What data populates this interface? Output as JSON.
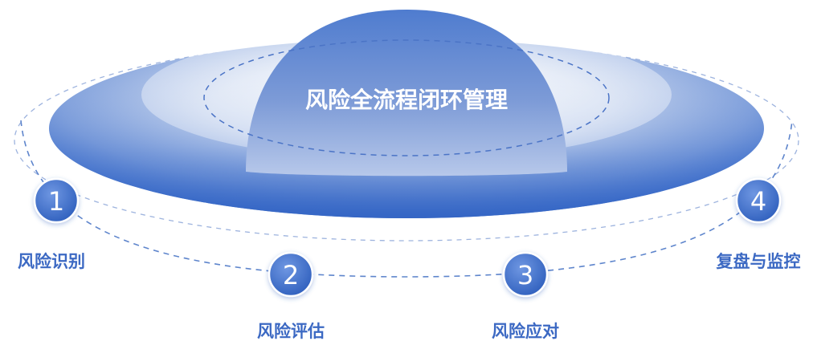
{
  "title": "风险全流程闭环管理",
  "steps": [
    {
      "number": "1",
      "label": "风险识别"
    },
    {
      "number": "2",
      "label": "风险评估"
    },
    {
      "number": "3",
      "label": "风险应对"
    },
    {
      "number": "4",
      "label": "复盘与监控"
    }
  ],
  "colors": {
    "primary": "#3f6fcb",
    "disc_center": "#c9d6ee",
    "dome_top": "#5a86d2",
    "label_text": "#3c69c3",
    "dashed_line": "#6b8fd0"
  }
}
